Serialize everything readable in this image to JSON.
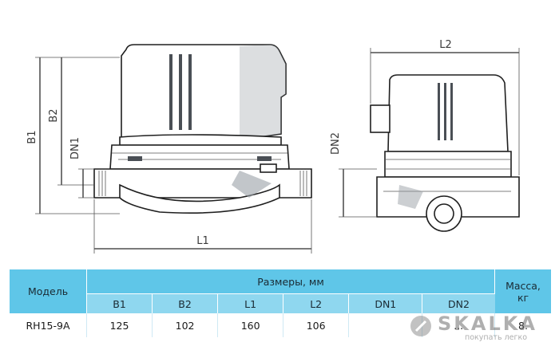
{
  "dimensions": {
    "l1": "L1",
    "l2": "L2",
    "b1": "B1",
    "b2": "B2",
    "dn1": "DN1",
    "dn2": "DN2"
  },
  "table": {
    "model_header": "Модель",
    "sizes_header": "Размеры, мм",
    "mass_header_line1": "Масса,",
    "mass_header_line2": "кг",
    "columns": [
      "B1",
      "B2",
      "L1",
      "L2",
      "DN1",
      "DN2"
    ],
    "rows": [
      {
        "model": "RH15-9A",
        "values": [
          "125",
          "102",
          "160",
          "106",
          "",
          "..."
        ],
        "mass": "8."
      }
    ]
  },
  "watermark": {
    "brand": "SKALKA",
    "tagline": "покупать легко"
  }
}
